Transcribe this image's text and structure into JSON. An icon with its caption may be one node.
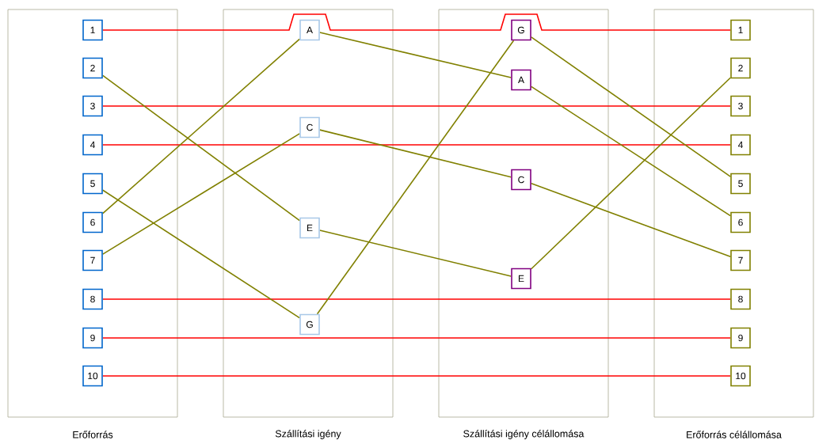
{
  "diagram": {
    "nodes": [
      {
        "text": [
          "Erőforrás"
        ]
      },
      {
        "text": [
          "1"
        ],
        "in": 0
      },
      {
        "text": [
          "2"
        ],
        "in": 0
      },
      {
        "text": [
          "3"
        ],
        "in": 0
      },
      {
        "text": [
          "4"
        ],
        "in": 0
      },
      {
        "text": [
          "5"
        ],
        "in": 0
      },
      {
        "text": [
          "6"
        ],
        "in": 0
      },
      {
        "text": [
          "7"
        ],
        "in": 0
      },
      {
        "text": [
          "8"
        ],
        "in": 0
      },
      {
        "text": [
          "9"
        ],
        "in": 0
      },
      {
        "text": [
          "10"
        ],
        "in": 0
      },
      {
        "text": [
          "Szállítási igény"
        ]
      },
      {
        "text": [
          "A"
        ],
        "in": 11
      },
      {
        "text": [
          "C"
        ],
        "in": 11
      },
      {
        "text": [
          "E"
        ],
        "in": 11
      },
      {
        "text": [
          "G"
        ],
        "in": 11
      },
      {
        "text": [
          "Szállítási igény célállomása"
        ]
      },
      {
        "text": [
          "G"
        ],
        "in": 16
      },
      {
        "text": [
          "A"
        ],
        "in": 16
      },
      {
        "text": [
          "C"
        ],
        "in": 16
      },
      {
        "text": [
          "E"
        ],
        "in": 16
      },
      {
        "text": [
          "Erőforrás célállomása"
        ]
      },
      {
        "text": [
          "1"
        ],
        "in": 21
      },
      {
        "text": [
          "2"
        ],
        "in": 21
      },
      {
        "text": [
          "3"
        ],
        "in": 21
      },
      {
        "text": [
          "4"
        ],
        "in": 21
      },
      {
        "text": [
          "5"
        ],
        "in": 21
      },
      {
        "text": [
          "6"
        ],
        "in": 21
      },
      {
        "text": [
          "7"
        ],
        "in": 21
      },
      {
        "text": [
          "8"
        ],
        "in": 21
      },
      {
        "text": [
          "9"
        ],
        "in": 21
      },
      {
        "text": [
          "10"
        ],
        "in": 21
      }
    ],
    "edges": [
      {
        "from": 1,
        "to": 22,
        "arrow": "none",
        "color": "#ff0000"
      },
      {
        "from": 3,
        "to": 24,
        "arrow": "none",
        "color": "#ff0000"
      },
      {
        "from": 4,
        "to": 25,
        "arrow": "none",
        "color": "#ff0000"
      },
      {
        "from": 8,
        "to": 29,
        "arrow": "none",
        "color": "#ff0000"
      },
      {
        "from": 9,
        "to": 30,
        "arrow": "none",
        "color": "#ff0000"
      },
      {
        "from": 10,
        "to": 31,
        "arrow": "none",
        "color": "#ff0000"
      },
      {
        "from": 2,
        "to": 14,
        "arrow": "none"
      },
      {
        "from": 5,
        "to": 15,
        "arrow": "none"
      },
      {
        "from": 6,
        "to": 12,
        "arrow": "none"
      },
      {
        "from": 7,
        "to": 13,
        "arrow": "none"
      },
      {
        "from": 12,
        "to": 18,
        "arrow": "none"
      },
      {
        "from": 13,
        "to": 19,
        "arrow": "none"
      },
      {
        "from": 14,
        "to": 20,
        "arrow": "none"
      },
      {
        "from": 15,
        "to": 17,
        "arrow": "none"
      },
      {
        "from": 17,
        "to": 26,
        "arrow": "none"
      },
      {
        "from": 18,
        "to": 27,
        "arrow": "none"
      },
      {
        "from": 19,
        "to": 28,
        "arrow": "none"
      },
      {
        "from": 20,
        "to": 23,
        "arrow": "none"
      }
    ]
  }
}
